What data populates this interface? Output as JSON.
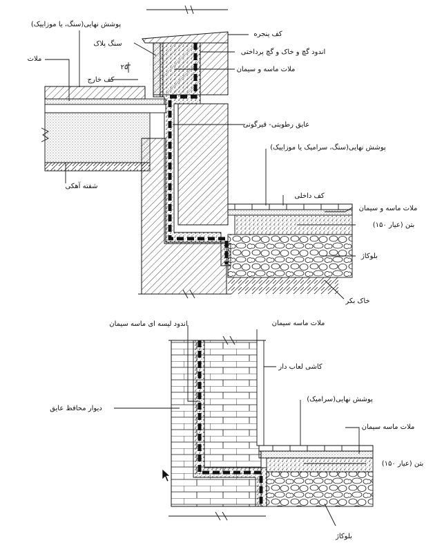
{
  "top_detail": {
    "labels": {
      "final_cover_stone_mosaic": "پوشش نهایی(سنگ، یا موزاییک)",
      "threshold_stone": "سنگ پلاک",
      "mortar": "ملات",
      "outer_floor": "کف خارج",
      "step_height": "۲۵",
      "window_sill": "کف پنجره",
      "interior_plaster": "اندود گچ و خاک و گچ پرداختی",
      "sand_cement_mortar": "ملات ماسه و سیمان",
      "waterproofing_fibergoni": "عایق رطوبتی- قیرگونی",
      "final_cover_stone_ceramic_mosaic": "پوشش نهایی(سنگ، سرامیک یا موزاییک)",
      "lime_concrete": "شفته آهکی",
      "inner_floor": "کف داخلی",
      "sand_cement_mortar_2": "ملات ماسه و سیمان",
      "concrete_150": "بتن (عیار ۱۵۰)",
      "boulders": "بلوکاژ",
      "virgin_soil": "خاک بکر"
    }
  },
  "bottom_detail": {
    "labels": {
      "cement_mortar_render": "اندود لیسه ای ماسه سیمان",
      "cement_mortar_top": "ملات ماسه سیمان",
      "glazed_tile": "کاشی لعاب دار",
      "protective_wall": "دیوار محافظ عایق",
      "final_cover_ceramic": "پوشش نهایی(سرامیک)",
      "cement_mortar": "ملات ماسه سیمان",
      "concrete_150": "بتن (عیار ۱۵۰)",
      "boulders": "بلوکاژ"
    }
  },
  "cursor": {
    "icon": "mouse-pointer-icon"
  }
}
